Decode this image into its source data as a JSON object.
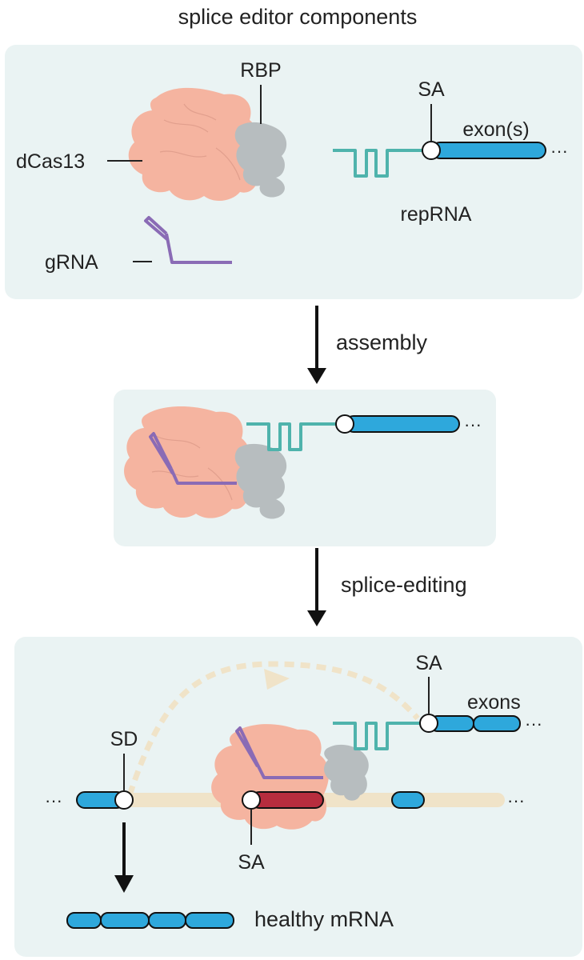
{
  "title": "splice editor components",
  "panel1": {
    "rbp_label": "RBP",
    "dcas13_label": "dCas13",
    "grna_label": "gRNA",
    "sa_label": "SA",
    "exon_label": "exon(s)",
    "reprna_label": "repRNA",
    "ellipsis": "···"
  },
  "step1": {
    "label": "assembly"
  },
  "panel2": {
    "ellipsis": "···"
  },
  "step2": {
    "label": "splice-editing"
  },
  "panel3": {
    "sa_top_label": "SA",
    "exons_label": "exons",
    "sd_label": "SD",
    "sa_bottom_label": "SA",
    "ellipsis_right_top": "···",
    "ellipsis_left": "···",
    "ellipsis_right": "···",
    "result_label": "healthy mRNA"
  },
  "colors": {
    "panel_bg": "#eaf3f3",
    "protein": "#f5b4a0",
    "rbp": "#b7bdbf",
    "grna": "#8a6bb5",
    "reprna": "#4fb3ac",
    "exon": "#2ea8dc",
    "pre_mrna": "#f0e3c8",
    "mutant_exon": "#b72d3e",
    "arrow": "#111111"
  }
}
